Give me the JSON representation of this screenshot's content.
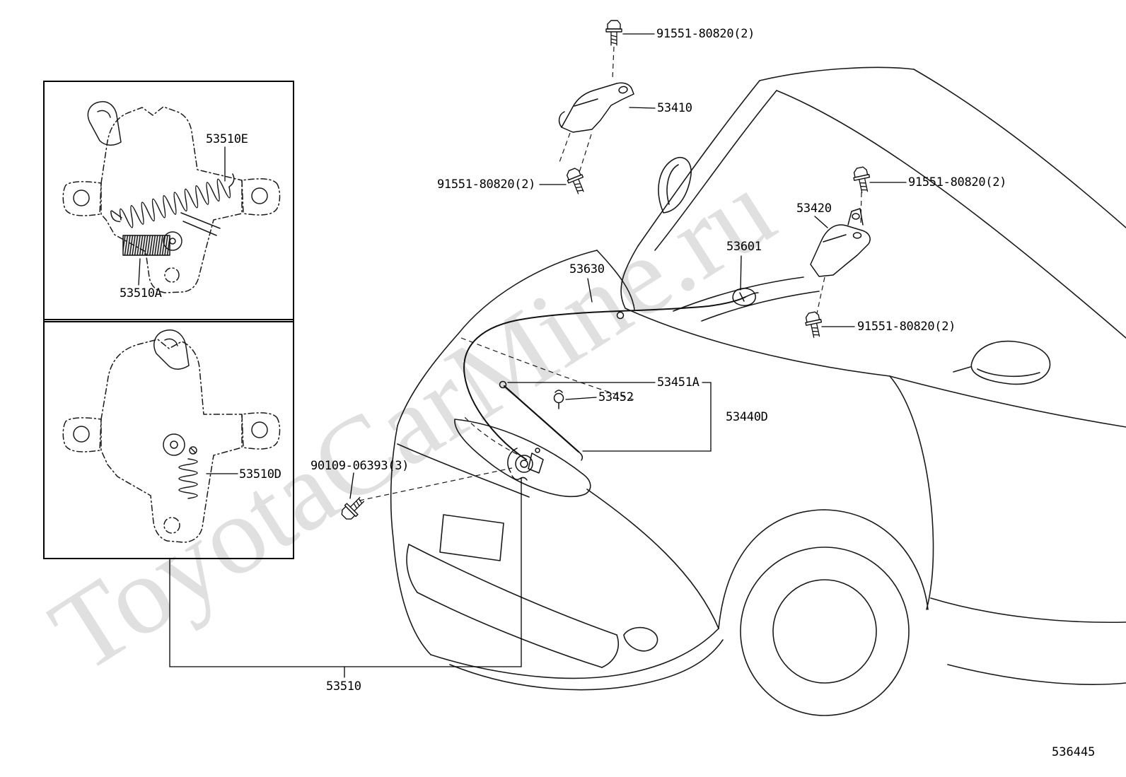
{
  "diagram": {
    "watermark": "ToyotaCarMine.ru",
    "code": "536445",
    "labels": [
      {
        "id": "91551-80820-top",
        "text": "91551-80820(2)"
      },
      {
        "id": "53410",
        "text": "53410"
      },
      {
        "id": "91551-80820-left",
        "text": "91551-80820(2)"
      },
      {
        "id": "53420",
        "text": "53420"
      },
      {
        "id": "91551-80820-right",
        "text": "91551-80820(2)"
      },
      {
        "id": "53601",
        "text": "53601"
      },
      {
        "id": "53630",
        "text": "53630"
      },
      {
        "id": "91551-80820-mid",
        "text": "91551-80820(2)"
      },
      {
        "id": "53451A",
        "text": "53451A"
      },
      {
        "id": "53452",
        "text": "53452"
      },
      {
        "id": "53440D",
        "text": "53440D"
      },
      {
        "id": "90109-06393",
        "text": "90109-06393(3)"
      },
      {
        "id": "53510E",
        "text": "53510E"
      },
      {
        "id": "53510A",
        "text": "53510A"
      },
      {
        "id": "53510D",
        "text": "53510D"
      },
      {
        "id": "53510",
        "text": "53510"
      }
    ]
  }
}
